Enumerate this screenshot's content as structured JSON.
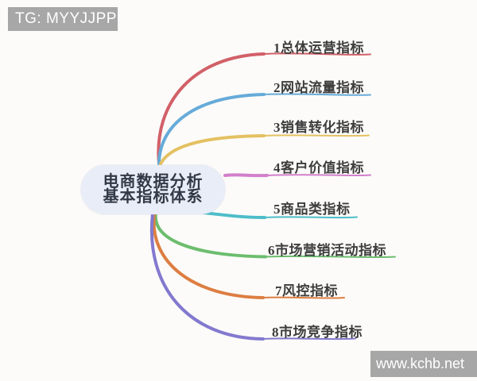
{
  "watermarks": {
    "top": "TG: MYYJJPP",
    "bottom": "www.kchb.net",
    "box_color": "#a7a7a7",
    "text_color": "#ffffff"
  },
  "center_node": {
    "line1": "电商数据分析",
    "line2": "基本指标体系",
    "fill": "#e9edf7",
    "text_color": "#333a47"
  },
  "background_color": "#fcfbf9",
  "label_text_color": "#3d3d3d",
  "branches": [
    {
      "label": "1总体运营指标",
      "color": "#d26068"
    },
    {
      "label": "2网站流量指标",
      "color": "#66abd9"
    },
    {
      "label": "3销售转化指标",
      "color": "#e4c162"
    },
    {
      "label": "4客户价值指标",
      "color": "#d27fcb"
    },
    {
      "label": "5商品类指标",
      "color": "#4dbdc9"
    },
    {
      "label": "6市场营销活动指标",
      "color": "#6cbd6e"
    },
    {
      "label": "7风控指标",
      "color": "#dd7e41"
    },
    {
      "label": "8市场竞争指标",
      "color": "#8379cf"
    }
  ]
}
